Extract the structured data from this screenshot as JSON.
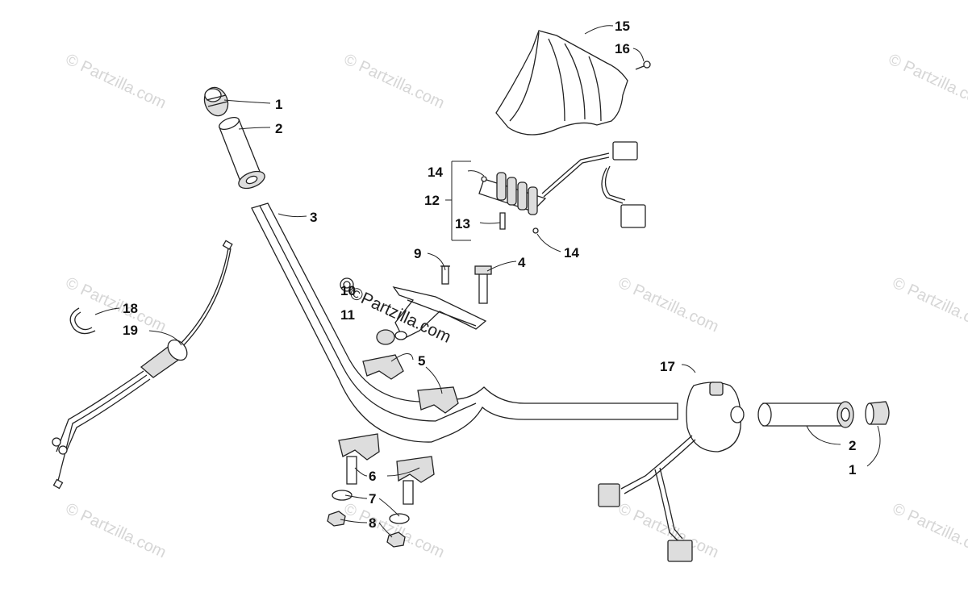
{
  "watermarks": {
    "brand": "© Partzilla.com",
    "center": "©Partzilla.com"
  },
  "callouts": {
    "c1_top": "1",
    "c2_top": "2",
    "c3": "3",
    "c4": "4",
    "c5": "5",
    "c6": "6",
    "c7": "7",
    "c8": "8",
    "c9": "9",
    "c10": "10",
    "c11": "11",
    "c12": "12",
    "c13": "13",
    "c14_top": "14",
    "c14_bottom": "14",
    "c15": "15",
    "c16": "16",
    "c17": "17",
    "c18": "18",
    "c19": "19",
    "c2_right": "2",
    "c1_right": "1"
  },
  "colors": {
    "line": "#222222",
    "watermark": "#d6d6d6",
    "background": "#ffffff"
  }
}
